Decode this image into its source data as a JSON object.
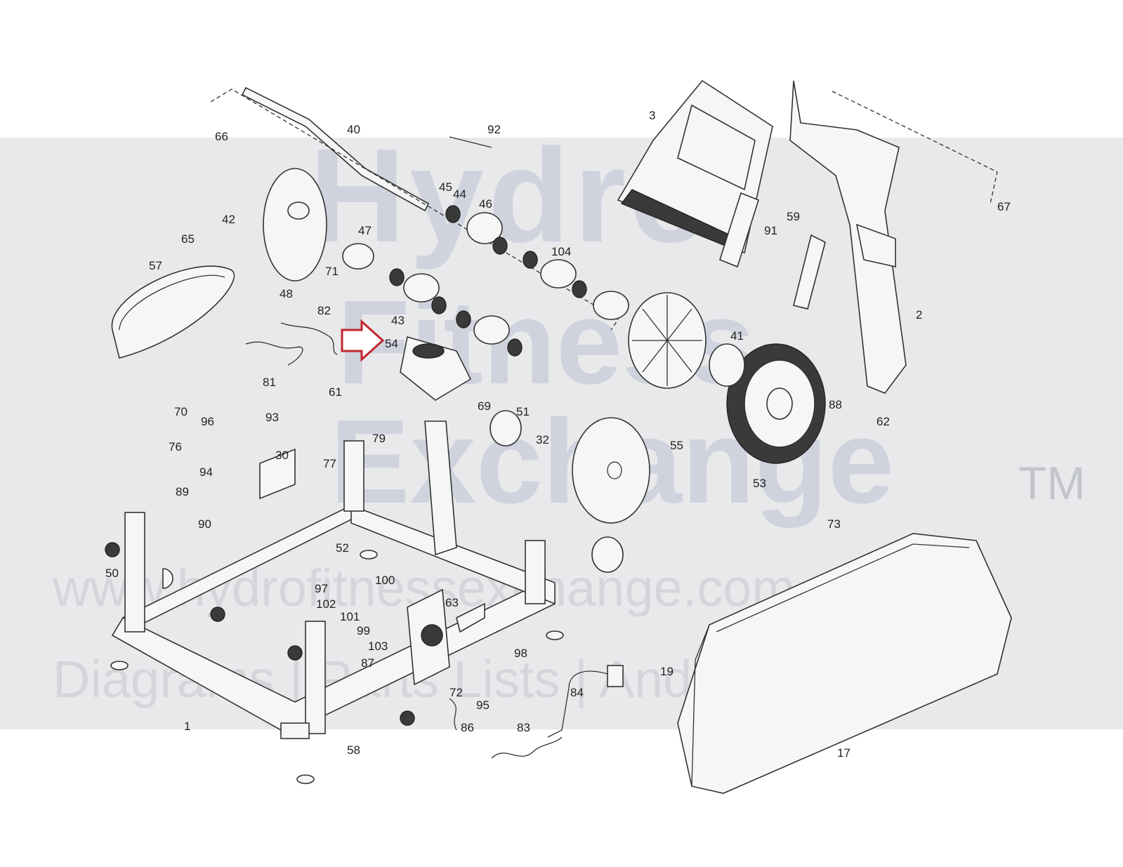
{
  "watermark": {
    "brand_line1": "Hydro",
    "brand_line2": "Fitness",
    "brand_line3": "Exchange",
    "trademark": "TM",
    "url": "www.hydrofitnessexchange.com",
    "tagline": "Diagrams | Parts Lists | And More"
  },
  "highlight_color": "#c0272d",
  "callouts": [
    "40",
    "66",
    "92",
    "3",
    "42",
    "65",
    "57",
    "47",
    "45",
    "44",
    "46",
    "104",
    "71",
    "48",
    "43",
    "82",
    "81",
    "54",
    "61",
    "79",
    "69",
    "51",
    "32",
    "41",
    "59",
    "91",
    "67",
    "2",
    "55",
    "53",
    "88",
    "62",
    "70",
    "96",
    "93",
    "76",
    "94",
    "30",
    "77",
    "89",
    "90",
    "50",
    "52",
    "100",
    "97",
    "102",
    "101",
    "99",
    "63",
    "98",
    "87",
    "103",
    "72",
    "58",
    "86",
    "83",
    "84",
    "95",
    "73",
    "19",
    "17",
    "1"
  ]
}
